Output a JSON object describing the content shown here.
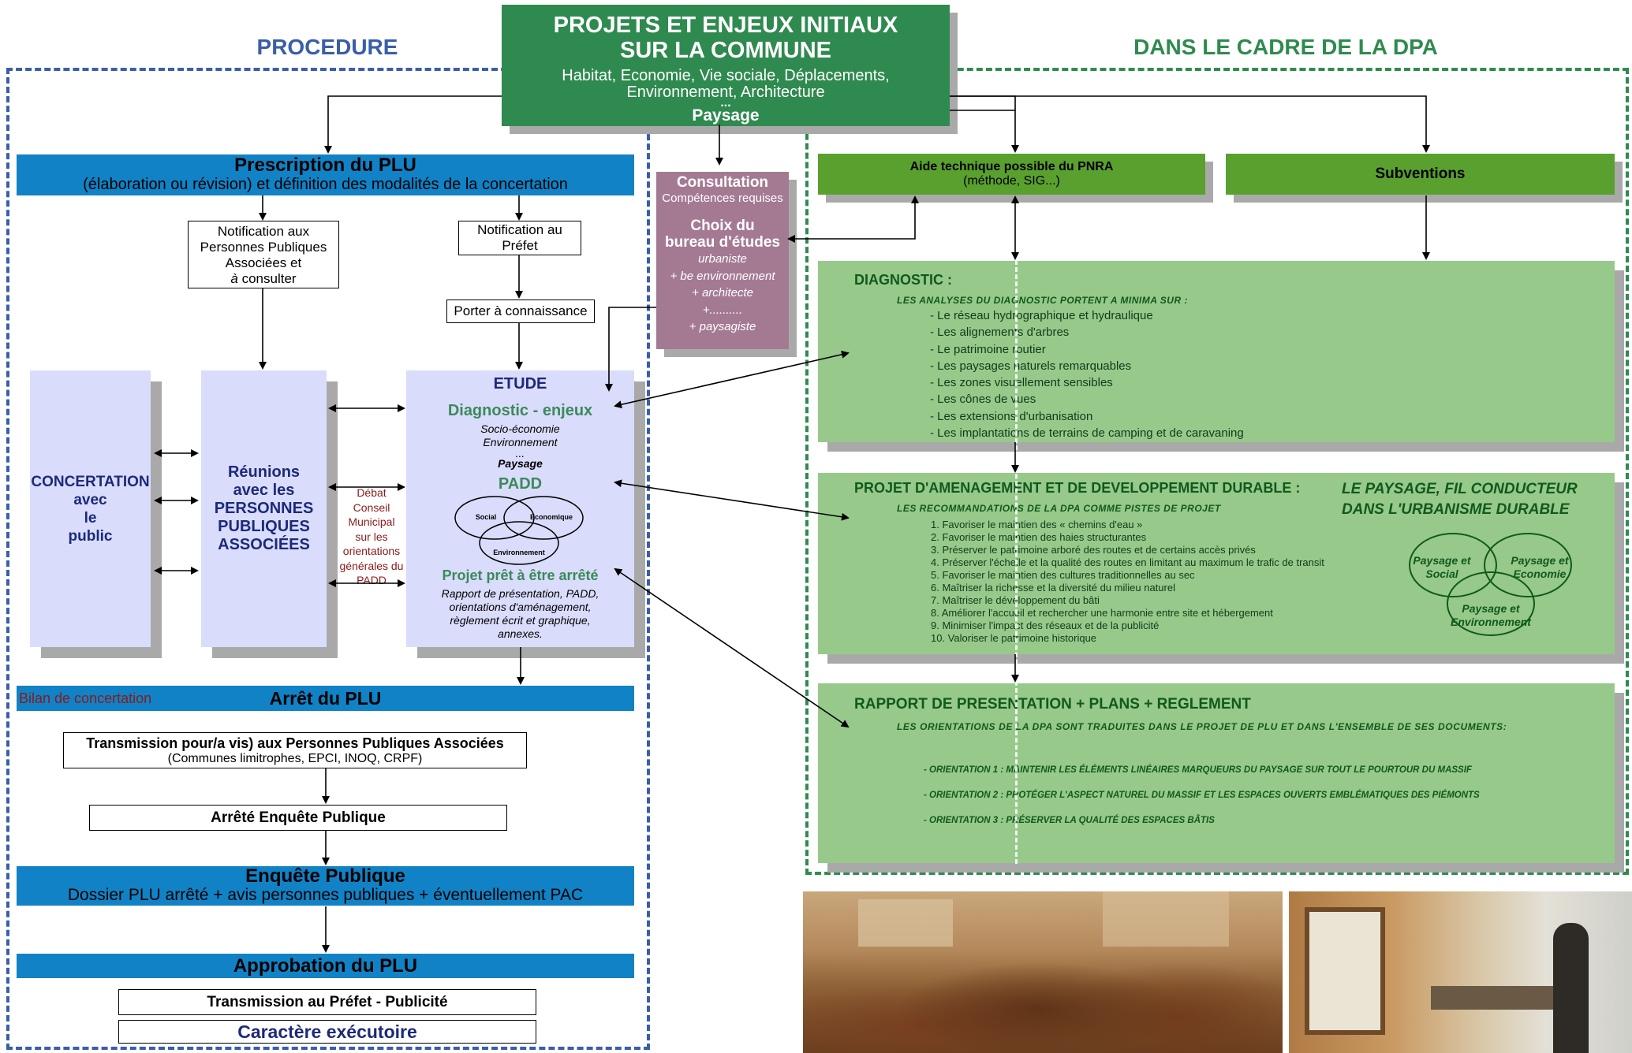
{
  "headers": {
    "procedure": "PROCEDURE",
    "dpa": "DANS LE CADRE DE LA DPA"
  },
  "top_box": {
    "title_line1": "PROJETS ET ENJEUX INITIAUX",
    "title_line2": "SUR LA COMMUNE",
    "sub_line1": "Habitat, Economie, Vie sociale, Déplacements,",
    "sub_line2": "Environnement, Architecture",
    "dots": "...",
    "paysage": "Paysage"
  },
  "procedure": {
    "prescription_title": "Prescription du PLU",
    "prescription_sub": "(élaboration ou révision) et définition des modalités de la concertation",
    "notif_ppa_line1": "Notification aux",
    "notif_ppa_line2": "Personnes Publiques",
    "notif_ppa_line3": "Associées et",
    "notif_ppa_line4_a": "à",
    "notif_ppa_line4_b": " consulter",
    "notif_prefet_line1": "Notification au",
    "notif_prefet_line2": "Préfet",
    "porter": "Porter à connaissance",
    "concertation": [
      "CONCERTATION",
      "avec",
      "le",
      "public"
    ],
    "reunions": [
      "Réunions",
      "avec les",
      "PERSONNES",
      "PUBLIQUES",
      "ASSOCIÉES"
    ],
    "debat": [
      "Débat",
      "Conseil",
      "Municipal",
      "sur les",
      "orientations",
      "générales du",
      "PADD"
    ],
    "etude": {
      "title": "ETUDE",
      "diag": "Diagnostic - enjeux",
      "diag_items": [
        "Socio-économie",
        "Environnement",
        "...",
        "Paysage"
      ],
      "padd": "PADD",
      "venn": [
        "Social",
        "Economique",
        "Environnement"
      ],
      "projet": "Projet prêt à être arrêté",
      "projet_items": [
        "Rapport de présentation, PADD,",
        "orientations d'aménagement,",
        "règlement écrit et graphique,",
        "annexes."
      ]
    },
    "bilan": "Bilan de concertation",
    "arret": "Arrêt du PLU",
    "transmission_title": "Transmission pour/a vis) aux Personnes Publiques Associées",
    "transmission_sub": "(Communes limitrophes, EPCI, INOQ, CRPF)",
    "arrete_enquete": "Arrêté Enquête Publique",
    "enquete_title": "Enquête Publique",
    "enquete_sub": "Dossier PLU arrêté + avis personnes publiques + éventuellement PAC",
    "approbation": "Approbation du PLU",
    "transmission_prefet": "Transmission au Préfet - Publicité",
    "executoire": "Caractère exécutoire"
  },
  "consultation": {
    "title": "Consultation",
    "sub": "Compétences requises",
    "choix_line1": "Choix du",
    "choix_line2": "bureau d'études",
    "items": [
      "urbaniste",
      "+ be environnement",
      "+ architecte",
      "+..........",
      "+ paysagiste"
    ]
  },
  "dpa": {
    "aide_title": "Aide technique possible du PNRA",
    "aide_sub": "(méthode, SIG...)",
    "subventions": "Subventions",
    "diagnostic_title": "DIAGNOSTIC :",
    "diagnostic_sub": "LES ANALYSES DU DIAGNOSTIC PORTENT A MINIMA SUR :",
    "diagnostic_items": [
      "- Le réseau hydrographique et hydraulique",
      "- Les alignements d'arbres",
      "- Le patrimoine routier",
      "- Les paysages naturels remarquables",
      "- Les zones visuellement sensibles",
      "- Les cônes de vues",
      "- Les extensions d'urbanisation",
      "- Les implantations de terrains de camping et de caravaning"
    ],
    "projet_title": "PROJET D'AMENAGEMENT ET DE DEVELOPPEMENT DURABLE :",
    "projet_sub": "LES RECOMMANDATIONS DE LA DPA COMME PISTES DE PROJET",
    "paysage_fil_line1": "LE PAYSAGE, FIL CONDUCTEUR",
    "paysage_fil_line2": "DANS L'URBANISME DURABLE",
    "reco_items": [
      "1. Favoriser le maintien des « chemins d'eau »",
      "2. Favoriser le maintien des haies structurantes",
      "3. Préserver le patrimoine arboré des routes et de certains accès privés",
      "4. Préserver l'échelle et la qualité des routes en limitant au maximum le trafic de transit",
      "5. Favoriser le maintien des cultures traditionnelles au sec",
      "6. Maîtriser la richesse et la diversité du milieu naturel",
      "7. Maîtriser le développement du bâti",
      "8. Améliorer l'accueil et rechercher une harmonie entre site et hébergement",
      "9. Minimiser l'impact des réseaux et de la publicité",
      "10. Valoriser le patrimoine historique"
    ],
    "venn": [
      [
        "Paysage et",
        "Social"
      ],
      [
        "Paysage et",
        "Economie"
      ],
      [
        "Paysage et",
        "Environnement"
      ]
    ],
    "rapport_title": "RAPPORT DE PRESENTATION + PLANS + REGLEMENT",
    "rapport_sub": "LES ORIENTATIONS DE LA DPA SONT TRADUITES DANS LE PROJET DE PLU ET DANS L'ENSEMBLE DE SES DOCUMENTS:",
    "orientations": [
      "- ORIENTATION 1 : MAINTENIR LES ÉLÉMENTS LINÉAIRES MARQUEURS DU PAYSAGE SUR TOUT LE POURTOUR DU MASSIF",
      "- ORIENTATION 2 : PROTÉGER L'ASPECT NATUREL DU MASSIF ET LES ESPACES OUVERTS EMBLÉMATIQUES DES PIÉMONTS",
      "- ORIENTATION 3 : PRÉSERVER LA QUALITÉ DES ESPACES BÂTIS"
    ]
  },
  "colors": {
    "blue_bar": "#1182c5",
    "procedure_frame": "#3a5ea8",
    "dpa_frame": "#2e8b4e",
    "top_green": "#2f8a4f",
    "light_green": "#97c98a",
    "dark_green": "#5aa02f",
    "lavender": "#dadcfb",
    "mauve": "#a47a93",
    "dark_red": "#8b1a1a"
  }
}
